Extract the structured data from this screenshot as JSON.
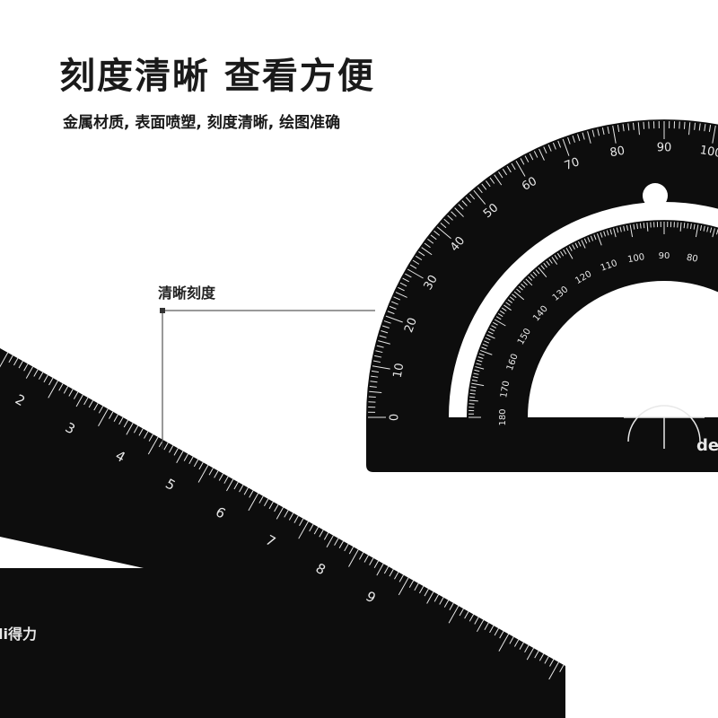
{
  "headline": "刻度清晰 查看方便",
  "subheadline": "金属材质, 表面喷塑, 刻度清晰, 绘图准确",
  "callout": {
    "label": "清晰刻度"
  },
  "protractor": {
    "outer_labels": [
      "0",
      "10",
      "20",
      "30",
      "40",
      "50",
      "60",
      "70",
      "80",
      "90",
      "100"
    ],
    "inner_labels": [
      "180",
      "170",
      "160",
      "150",
      "140",
      "130",
      "120",
      "110",
      "100",
      "90",
      "80"
    ],
    "brand": "de"
  },
  "set_square": {
    "ruler_labels": [
      "2",
      "3",
      "4",
      "5",
      "6",
      "7",
      "8",
      "9"
    ],
    "brand": "li得力"
  },
  "colors": {
    "ruler": "#0d0d0d",
    "markings": "#e8e8e8",
    "text": "#1a1a1a",
    "background": "#ffffff"
  }
}
